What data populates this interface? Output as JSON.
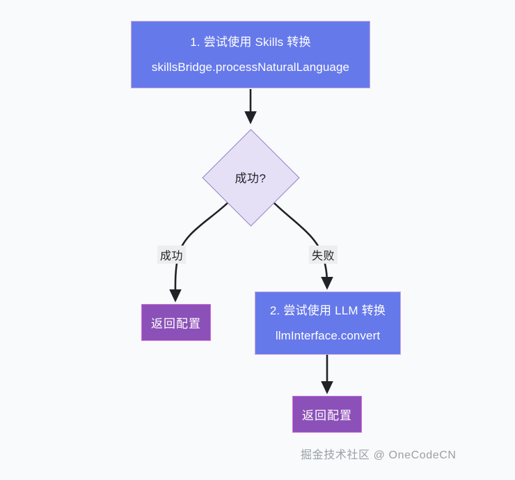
{
  "diagram": {
    "type": "flowchart",
    "direction": "top-down",
    "background_color": "#f8fafc",
    "nodes": [
      {
        "id": "skills-node",
        "shape": "rectangle",
        "role": "process",
        "title": "1. 尝试使用 Skills 转换",
        "subtitle": "skillsBridge.processNaturalLanguage",
        "fill_color": "#6679ea",
        "border_color": "#c9a9e0",
        "text_color": "#ffffff"
      },
      {
        "id": "decision-node",
        "shape": "diamond",
        "role": "decision",
        "label": "成功?",
        "fill_color": "#e6e0f7",
        "border_color": "#8f7fc4",
        "text_color": "#1f2328"
      },
      {
        "id": "return-config-success",
        "shape": "rectangle",
        "role": "terminal",
        "label": "返回配置",
        "fill_color": "#8c51b8",
        "border_color": "#d36bd8",
        "text_color": "#ffffff"
      },
      {
        "id": "llm-node",
        "shape": "rectangle",
        "role": "process",
        "title": "2. 尝试使用 LLM 转换",
        "subtitle": "llmInterface.convert",
        "fill_color": "#6679ea",
        "border_color": "#c9a9e0",
        "text_color": "#ffffff"
      },
      {
        "id": "return-config-fallback",
        "shape": "rectangle",
        "role": "terminal",
        "label": "返回配置",
        "fill_color": "#8c51b8",
        "border_color": "#d36bd8",
        "text_color": "#ffffff"
      }
    ],
    "edges": [
      {
        "id": "edge-skills-to-decision",
        "from": "skills-node",
        "to": "decision-node",
        "label": ""
      },
      {
        "id": "edge-decision-success",
        "from": "decision-node",
        "to": "return-config-success",
        "label": "成功"
      },
      {
        "id": "edge-decision-failure",
        "from": "decision-node",
        "to": "llm-node",
        "label": "失败"
      },
      {
        "id": "edge-llm-to-return",
        "from": "llm-node",
        "to": "return-config-fallback",
        "label": ""
      }
    ],
    "edge_color": "#1f2328",
    "edge_label_background": "#eceef0"
  },
  "watermark": {
    "text": "掘金技术社区 @ OneCodeCN",
    "color": "#9aa0a6"
  }
}
